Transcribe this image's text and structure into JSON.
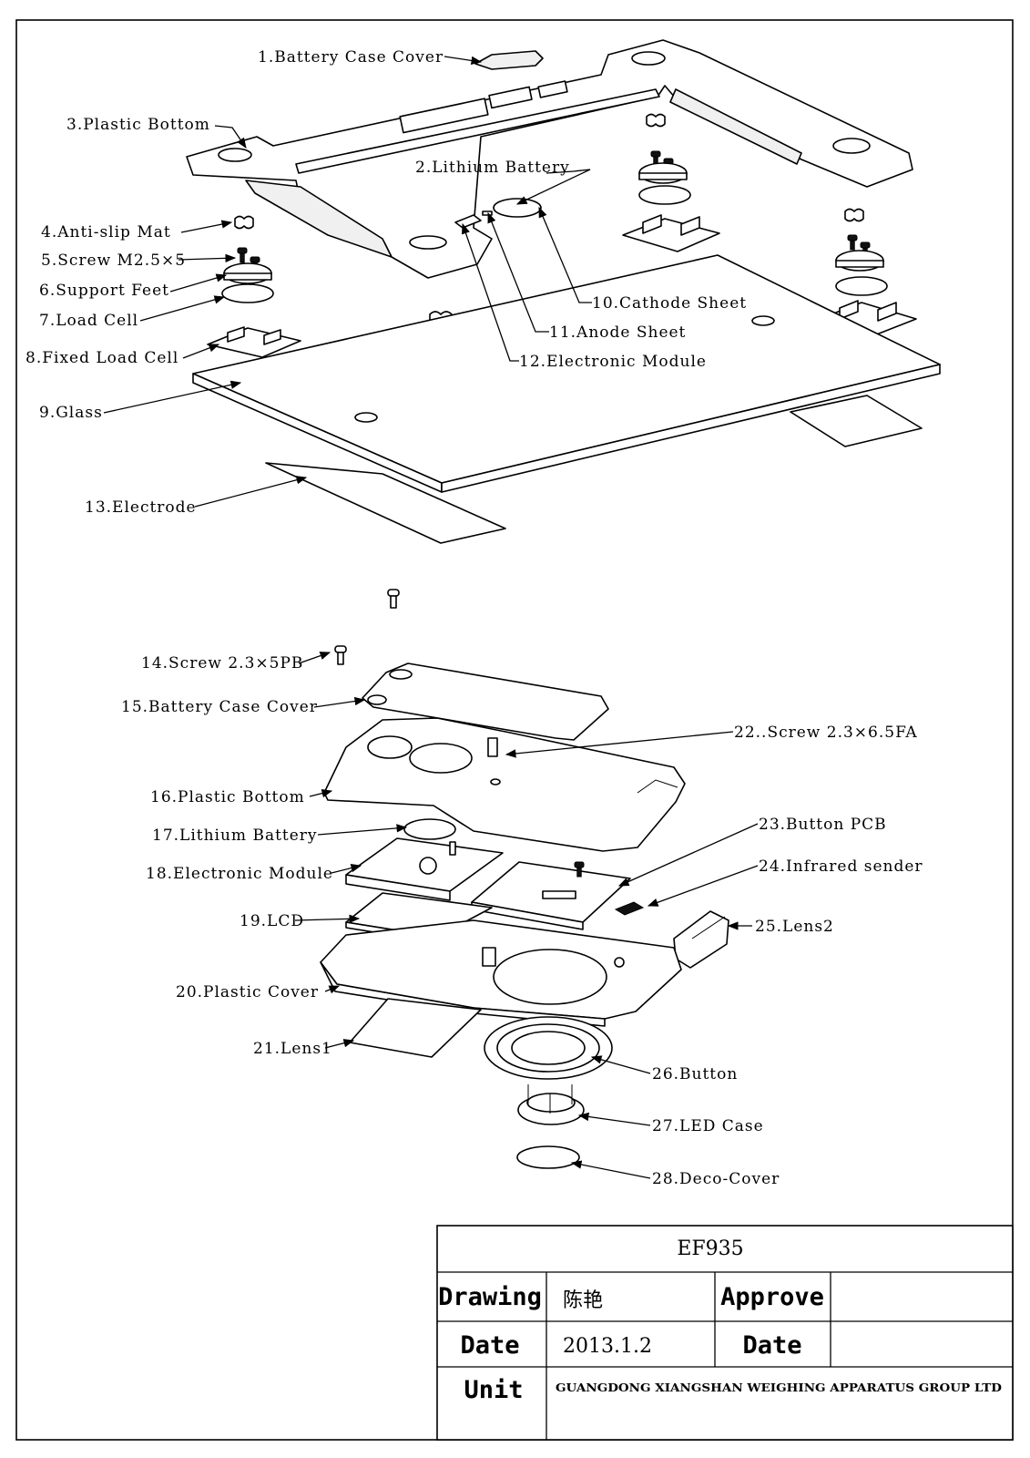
{
  "labels": [
    "1.Battery Case Cover",
    "2.Lithium Battery",
    "3.Plastic Bottom",
    "4.Anti-slip Mat",
    "5.Screw M2.5×5",
    "6.Support Feet",
    "7.Load Cell",
    "8.Fixed Load Cell",
    "9.Glass",
    "10.Cathode Sheet",
    "11.Anode Sheet",
    "12.Electronic Module",
    "13.Electrode",
    "14.Screw 2.3×5PB",
    "15.Battery Case Cover",
    "16.Plastic Bottom",
    "17.Lithium Battery",
    "18.Electronic Module",
    "19.LCD",
    "20.Plastic Cover",
    "21.Lens1",
    "22..Screw 2.3×6.5FA",
    "23.Button PCB",
    "24.Infrared sender",
    "25.Lens2",
    "26.Button",
    "27.LED Case",
    "28.Deco-Cover"
  ],
  "title_block": {
    "model": "EF935",
    "drawing_label": "Drawing",
    "drawing_value": "陈艳",
    "approve_label": "Approve",
    "approve_value": "",
    "date_label": "Date",
    "date_value": "2013.1.2",
    "date2_label": "Date",
    "date2_value": "",
    "unit_label": "Unit",
    "unit_value": "GUANGDONG XIANGSHAN WEIGHING APPARATUS GROUP LTD"
  }
}
